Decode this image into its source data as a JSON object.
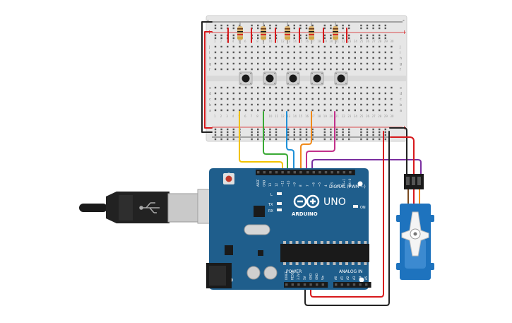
{
  "breadboard": {
    "rail_minus": "-",
    "rail_plus": "+",
    "row_letters_top": [
      "j",
      "i",
      "h",
      "g",
      "f"
    ],
    "row_letters_bottom": [
      "e",
      "d",
      "c",
      "b",
      "a"
    ],
    "column_numbers": [
      "1",
      "2",
      "3",
      "4",
      "5",
      "6",
      "7",
      "8",
      "9",
      "10",
      "11",
      "12",
      "13",
      "14",
      "15",
      "16",
      "17",
      "18",
      "19",
      "20",
      "21",
      "22",
      "23",
      "24",
      "25",
      "26",
      "27",
      "28",
      "29",
      "30"
    ]
  },
  "arduino": {
    "logo_text": "ARDUINO",
    "model": "UNO",
    "digital_header": "DIGITAL (PWM ~)",
    "power_header": "POWER",
    "analog_header": "ANALOG IN",
    "led_l": "L",
    "led_tx": "TX",
    "led_rx": "RX",
    "led_on": "ON",
    "digital_pins": [
      "AREF",
      "GND",
      "13",
      "12",
      "~11",
      "~10",
      "~9",
      "8",
      "7",
      "~6",
      "~5",
      "4",
      "~3",
      "2",
      "TX→1",
      "RX←0"
    ],
    "power_pins": [
      "IOREF",
      "RESET",
      "3.3V",
      "5V",
      "GND",
      "GND",
      "Vin"
    ],
    "analog_pins": [
      "A0",
      "A1",
      "A2",
      "A3",
      "A4",
      "A5"
    ]
  },
  "colors": {
    "board_blue": "#1f5e8c",
    "breadboard": "#e6e6e6",
    "wire_red": "#d7191c",
    "wire_black": "#222222",
    "wire_yellow": "#f2c200",
    "wire_green": "#3aaa35",
    "wire_blue": "#1e90d8",
    "wire_orange": "#f08a1a",
    "wire_magenta": "#c2308a",
    "wire_purple": "#7b2fa0",
    "servo_blue": "#1e73be"
  },
  "components": {
    "resistor_count": 5,
    "button_count": 5
  }
}
